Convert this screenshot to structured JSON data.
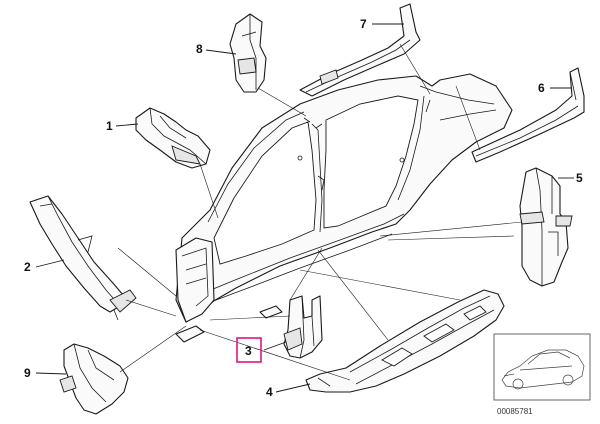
{
  "callouts": [
    {
      "id": "1",
      "label": "1"
    },
    {
      "id": "2",
      "label": "2"
    },
    {
      "id": "3",
      "label": "3"
    },
    {
      "id": "4",
      "label": "4"
    },
    {
      "id": "5",
      "label": "5"
    },
    {
      "id": "6",
      "label": "6"
    },
    {
      "id": "7",
      "label": "7"
    },
    {
      "id": "8",
      "label": "8"
    },
    {
      "id": "9",
      "label": "9"
    }
  ],
  "selected_callout": "3",
  "highlight_color": "#e0157a",
  "reference_number": "00085781"
}
